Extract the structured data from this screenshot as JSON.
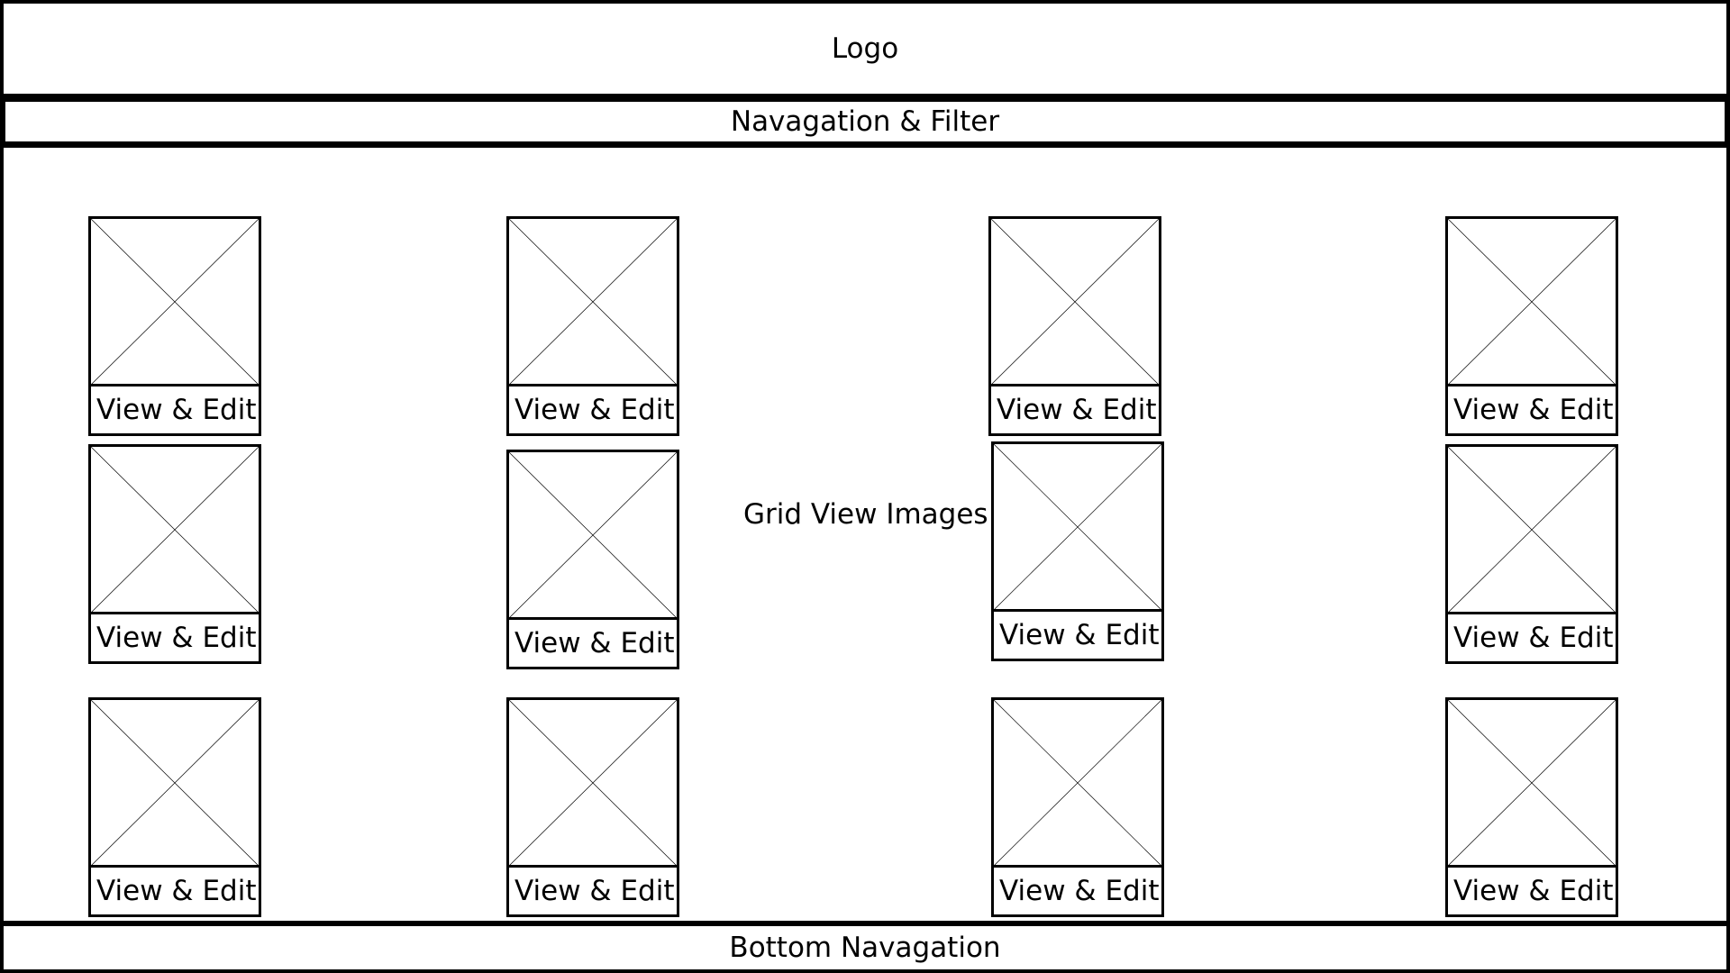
{
  "header": {
    "logo_label": "Logo"
  },
  "navigation": {
    "label": "Navagation & Filter"
  },
  "content": {
    "grid_label": "Grid View Images",
    "cards": [
      {
        "button_label": "View & Edit"
      },
      {
        "button_label": "View & Edit"
      },
      {
        "button_label": "View & Edit"
      },
      {
        "button_label": "View & Edit"
      },
      {
        "button_label": "View & Edit"
      },
      {
        "button_label": "View & Edit"
      },
      {
        "button_label": "View & Edit"
      },
      {
        "button_label": "View & Edit"
      },
      {
        "button_label": "View & Edit"
      },
      {
        "button_label": "View & Edit"
      },
      {
        "button_label": "View & Edit"
      },
      {
        "button_label": "View & Edit"
      }
    ]
  },
  "footer": {
    "label": "Bottom Navagation"
  },
  "icons": {
    "image_placeholder": "image-placeholder-icon"
  },
  "colors": {
    "stroke": "#000000",
    "background": "#ffffff"
  }
}
